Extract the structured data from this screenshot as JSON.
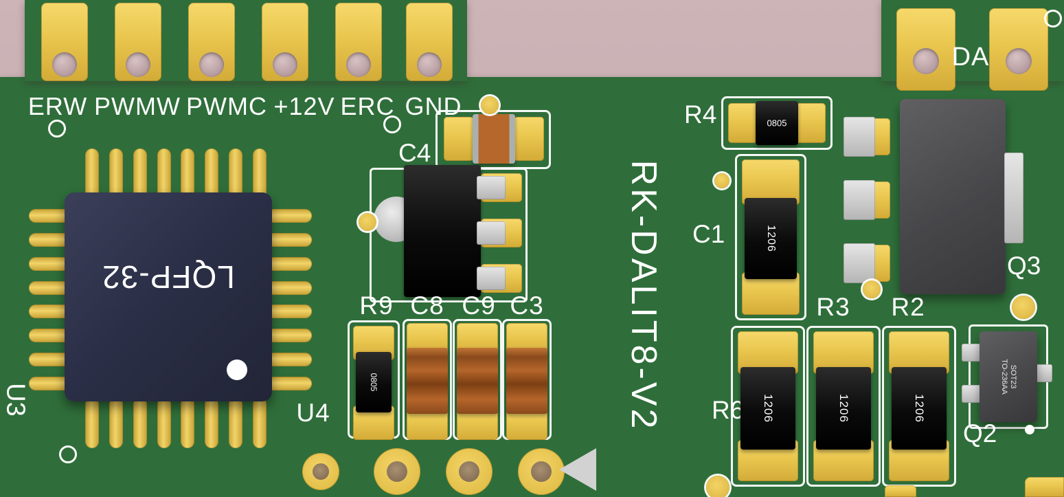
{
  "board": {
    "name": "RK-DALIT8-V2",
    "connector_labels": [
      "ERW",
      "PWMW",
      "PWMC",
      "+12V",
      "ERC",
      "GND"
    ],
    "right_connector_label": "DA",
    "refs": {
      "u3": "U3",
      "u4": "U4",
      "c4": "C4",
      "r9": "R9",
      "c8": "C8",
      "c9": "C9",
      "c3": "C3",
      "r4": "R4",
      "c1": "C1",
      "r3": "R3",
      "r2": "R2",
      "r6": "R6",
      "q3": "Q3",
      "q2": "Q2"
    },
    "markings": {
      "lqfp": "LQFP-32",
      "r4": "0805",
      "r9": "0805",
      "c1": "1206",
      "r6": "1206",
      "r3": "1206",
      "r2": "1206",
      "q2_line1": "SOT23",
      "q2_line2": "TO-236AA"
    },
    "colors": {
      "background": "#c3abae",
      "pcb_green": "#2f6e3a",
      "pad_gold": "#e9c64e",
      "silkscreen_white": "#ffffff",
      "ic_body_navy": "#2b2f47",
      "component_black": "#0a0a0a",
      "capacitor_orange": "#b5652a",
      "metal_silver": "#c9c9c9",
      "mosfet_gray": "#47474a"
    }
  }
}
